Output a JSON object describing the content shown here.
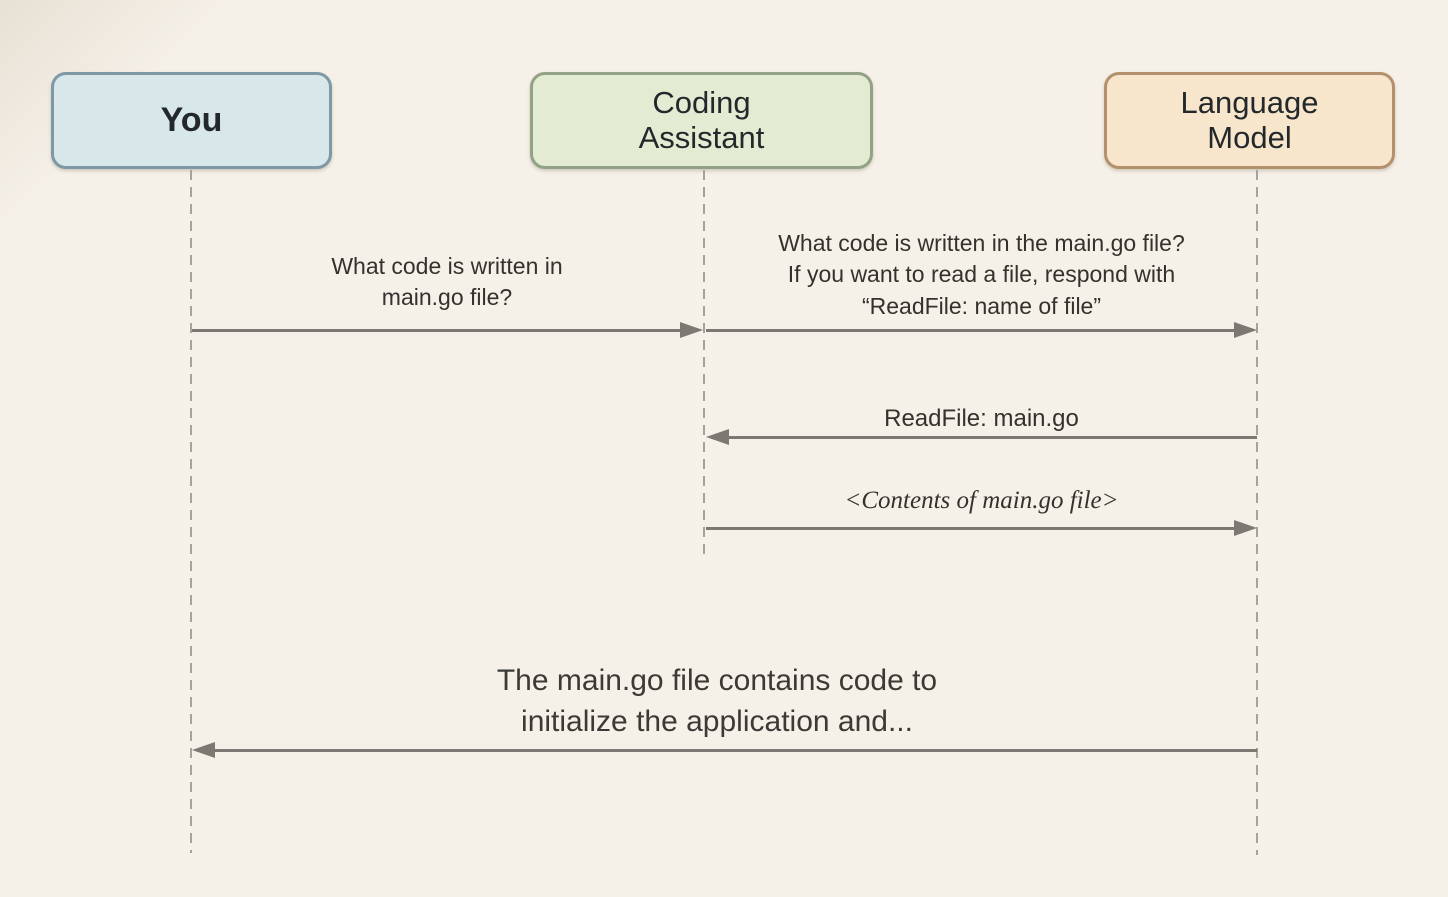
{
  "diagram_type": "sequence-diagram",
  "colors": {
    "background": "#f5f0e8",
    "arrow": "#7c7974",
    "lifeline": "#a5a19b",
    "text": "#33322e",
    "actor_you_fill": "#d8e7ea",
    "actor_you_border": "#7e98a6",
    "actor_ca_fill": "#e4ebd3",
    "actor_ca_border": "#93a285",
    "actor_lm_fill": "#f8e6cc",
    "actor_lm_border": "#b3916c"
  },
  "actors": [
    {
      "id": "you",
      "label": "You"
    },
    {
      "id": "coding-assistant",
      "label": "Coding\nAssistant"
    },
    {
      "id": "language-model",
      "label": "Language\nModel"
    }
  ],
  "messages": [
    {
      "from": "You",
      "to": "Coding Assistant",
      "direction": "right",
      "text": "What code is written in\nmain.go file?"
    },
    {
      "from": "Coding Assistant",
      "to": "Language Model",
      "direction": "right",
      "text": "What code is written in the main.go file?\nIf you want to read a file, respond with\n“ReadFile: name of file”"
    },
    {
      "from": "Language Model",
      "to": "Coding Assistant",
      "direction": "left",
      "text": "ReadFile: main.go"
    },
    {
      "from": "Coding Assistant",
      "to": "Language Model",
      "direction": "right",
      "text": "<Contents of main.go file>"
    },
    {
      "from": "Language Model",
      "to": "You",
      "direction": "left",
      "text": "The main.go file contains code to\ninitialize the application and..."
    }
  ]
}
